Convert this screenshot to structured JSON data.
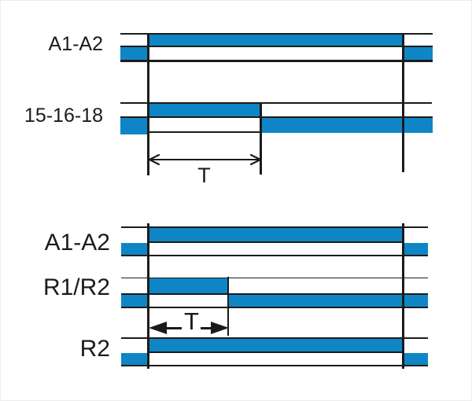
{
  "colors": {
    "signal_blue": "#0e86c6",
    "line_black": "#1b1b1b",
    "background": "#ffffff"
  },
  "top_diagram": {
    "signals": [
      {
        "label": "A1-A2",
        "levels": [
          "low",
          "high",
          "low"
        ],
        "high_start": "t0",
        "high_end": "t_off"
      },
      {
        "label": "15-16-18",
        "levels": [
          "low",
          "high",
          "low"
        ],
        "high_start": "t0",
        "high_end": "t0+T"
      }
    ],
    "interval": {
      "label": "T",
      "from": "t0",
      "to": "t0+T"
    }
  },
  "bottom_diagram": {
    "signals": [
      {
        "label": "A1-A2",
        "levels": [
          "low",
          "high",
          "low"
        ],
        "high_start": "t0",
        "high_end": "t_off"
      },
      {
        "label": "R1/R2",
        "levels": [
          "low",
          "high",
          "low"
        ],
        "high_start": "t0",
        "high_end": "t0+T"
      },
      {
        "label": "R2",
        "levels": [
          "low",
          "high",
          "low"
        ],
        "high_start": "t0",
        "high_end": "t_off"
      }
    ],
    "interval": {
      "label": "T",
      "from": "t0",
      "to": "t0+T"
    }
  }
}
